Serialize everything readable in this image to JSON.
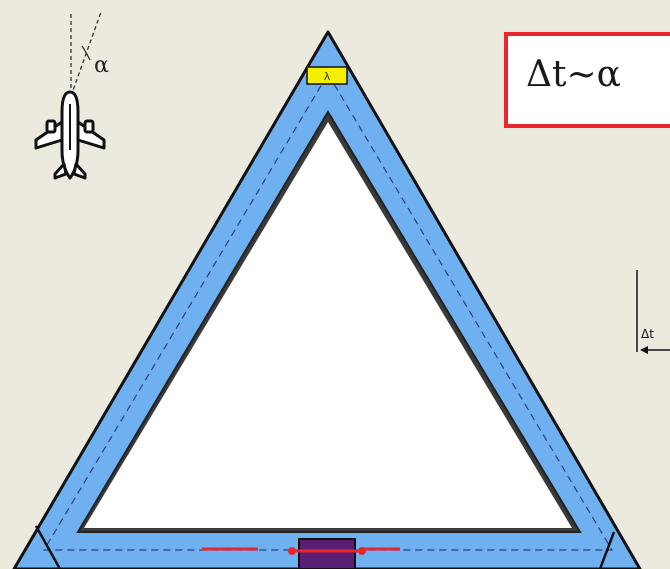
{
  "formula": {
    "text": "Δt~α"
  },
  "angle_label": "α",
  "aircraft": {
    "icon": "airplane-icon"
  },
  "timing_marker": {
    "label": "Δt"
  },
  "top_marker": {
    "label": "λ"
  },
  "colors": {
    "background": "#ece9df",
    "tube": "#6fb0f0",
    "outline": "#111111",
    "formula_border": "#e8262b",
    "top_marker": "#f4f000",
    "source_box": "#5a1e75",
    "beam": "#e8262b"
  }
}
